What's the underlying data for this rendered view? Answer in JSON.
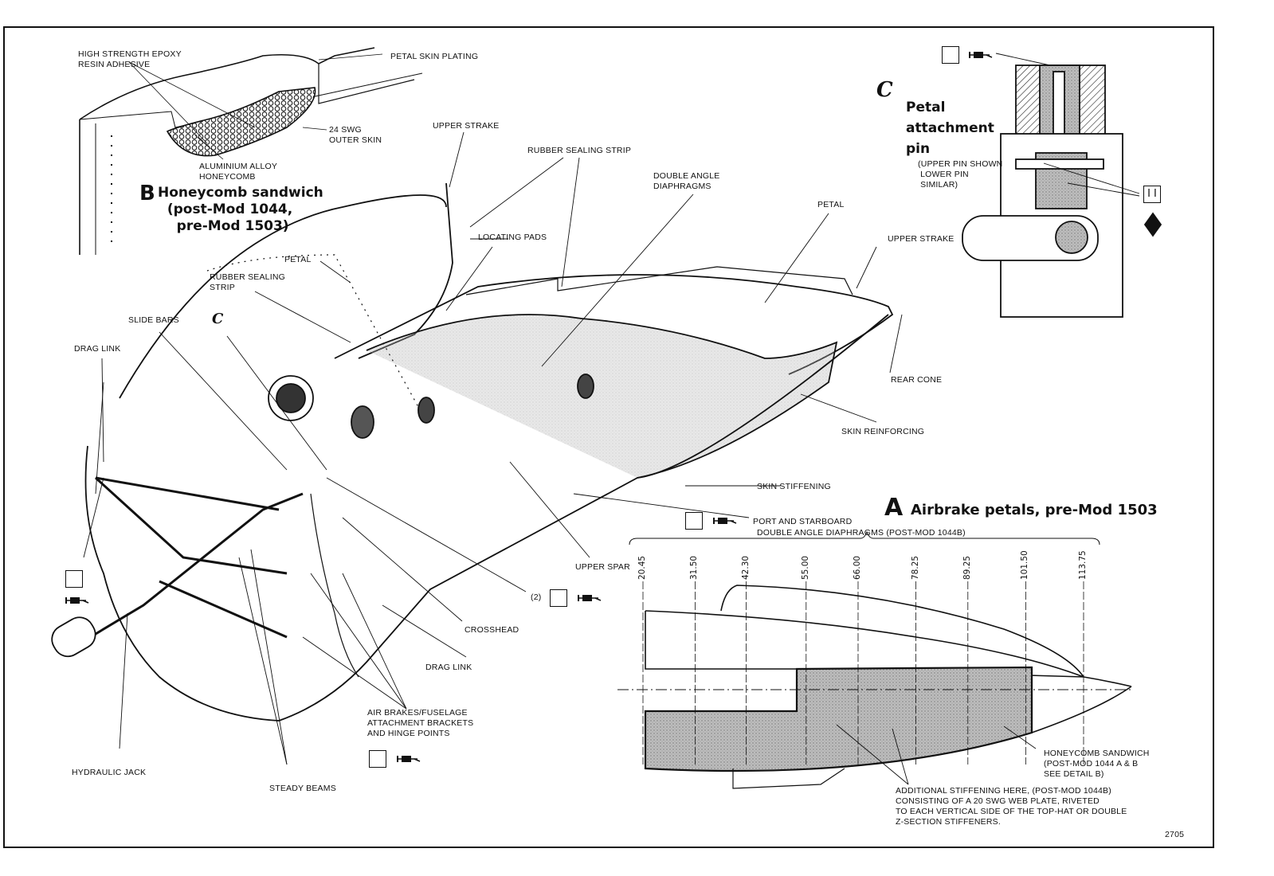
{
  "sheet_number": "2705",
  "detail_a": {
    "letter": "A",
    "title": "Airbrake petals, pre-Mod 1503",
    "diaphragm_header": "DOUBLE ANGLE DIAPHRAGMS (POST-MOD 1044B)",
    "stations": [
      "20.45",
      "31.50",
      "42.30",
      "55.00",
      "66.00",
      "78.25",
      "89.25",
      "101.50",
      "113.75"
    ],
    "honeycomb_note": "HONEYCOMB SANDWICH\n(POST-MOD 1044 A & B\nSEE DETAIL B)",
    "stiffening_note": "ADDITIONAL STIFFENING HERE, (POST-MOD 1044B)\nCONSISTING OF A 20 SWG WEB PLATE, RIVETED\nTO EACH VERTICAL SIDE OF THE TOP-HAT OR DOUBLE\nZ-SECTION STIFFENERS."
  },
  "detail_b": {
    "letter": "B",
    "title": "Honeycomb sandwich\n  (post-Mod 1044,\n    pre-Mod 1503)",
    "labels": {
      "epoxy": "HIGH STRENGTH EPOXY\nRESIN ADHESIVE",
      "skin_plating": "PETAL SKIN PLATING",
      "outer_skin": "24 SWG\nOUTER SKIN",
      "honeycomb": "ALUMINIUM ALLOY\nHONEYCOMB"
    }
  },
  "detail_c": {
    "letter": "C",
    "title": "Petal\nattachment\npin",
    "note": "(UPPER PIN SHOWN\n LOWER PIN\n SIMILAR)",
    "ii_symbol": "I I"
  },
  "main_labels": {
    "upper_strake_1": "UPPER STRAKE",
    "rubber_sealing_strip_1": "RUBBER SEALING STRIP",
    "double_angle_diaphragms": "DOUBLE ANGLE\nDIAPHRAGMS",
    "petal_1": "PETAL",
    "upper_strake_2": "UPPER STRAKE",
    "locating_pads": "LOCATING PADS",
    "petal_2": "PETAL",
    "rubber_sealing_strip_2": "RUBBER SEALING\nSTRIP",
    "slide_bars": "SLIDE BARS",
    "c_ref": "C",
    "drag_link_1": "DRAG LINK",
    "rear_cone": "REAR CONE",
    "skin_reinforcing": "SKIN REINFORCING",
    "skin_stiffening": "SKIN STIFFENING",
    "port_and_starboard": "PORT AND STARBOARD",
    "upper_spar": "UPPER SPAR",
    "count_2": "(2)",
    "crosshead": "CROSSHEAD",
    "drag_link_2": "DRAG LINK",
    "attachment_brackets": "AIR BRAKES/FUSELAGE\nATTACHMENT BRACKETS\nAND HINGE POINTS",
    "hydraulic_jack": "HYDRAULIC JACK",
    "steady_beams": "STEADY BEAMS"
  }
}
